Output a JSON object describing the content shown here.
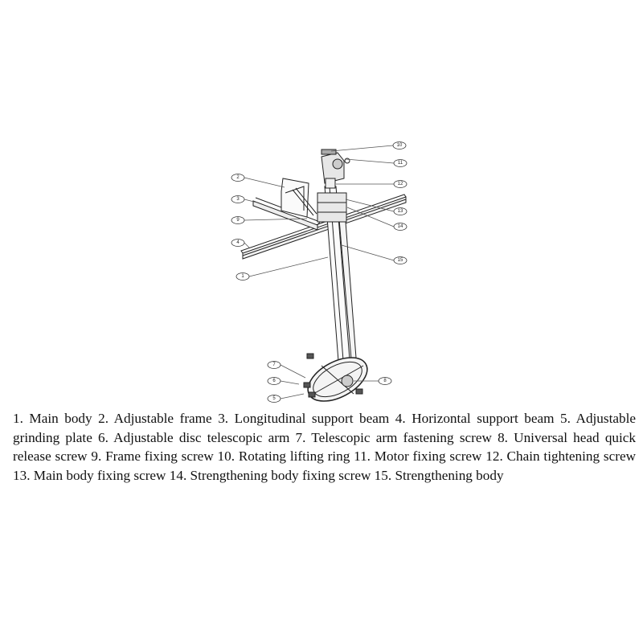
{
  "figure": {
    "callouts": [
      "1",
      "2",
      "3",
      "4",
      "5",
      "6",
      "7",
      "8",
      "9",
      "10",
      "11",
      "12",
      "13",
      "14",
      "15"
    ]
  },
  "caption": "1. Main body 2. Adjustable frame 3. Longitudinal support beam 4. Horizontal support beam 5. Adjustable grinding plate 6. Adjustable disc telescopic arm 7. Telescopic arm fastening screw 8. Universal head quick release screw 9. Frame fixing screw 10. Rotating lifting ring 11. Motor fixing screw 12. Chain tightening screw 13. Main body fixing screw 14. Strengthening body fixing screw 15. Strengthening body"
}
